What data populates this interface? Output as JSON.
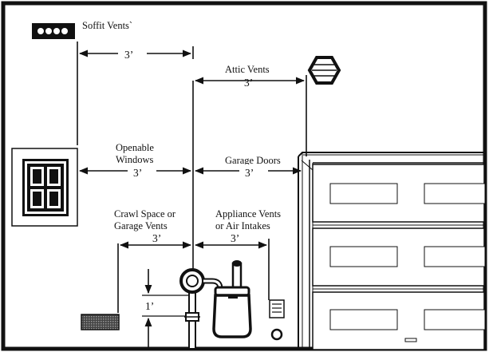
{
  "labels": {
    "soffit_vents": "Soffit Vents`",
    "attic_vents": "Attic Vents",
    "openable_windows_line1": "Openable",
    "openable_windows_line2": "Windows",
    "garage_doors": "Garage Doors",
    "crawl_space_line1": "Crawl Space or",
    "crawl_space_line2": "Garage  Vents",
    "appliance_vents_line1": "Appliance Vents",
    "appliance_vents_line2": "or Air Intakes"
  },
  "dimensions": {
    "soffit": "3’",
    "attic": "3’",
    "windows": "3’",
    "garage_doors": "3’",
    "crawl_space": "3’",
    "appliance": "3’",
    "vertical": "1’"
  },
  "colors": {
    "frame": "#111111",
    "background": "#ffffff",
    "vent_fill": "#666666"
  }
}
